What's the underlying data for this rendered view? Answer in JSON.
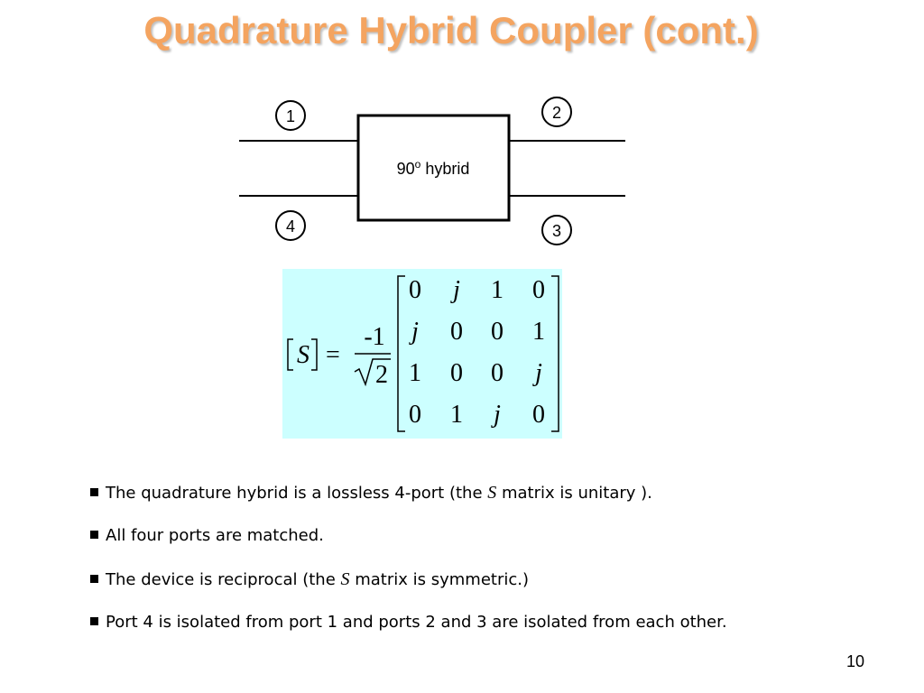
{
  "slide": {
    "title": "Quadrature Hybrid Coupler (cont.)",
    "page_number": "10",
    "colors": {
      "title": "#f4a460",
      "matrix_bg": "#ccffff"
    }
  },
  "diagram": {
    "block_label_main": "90",
    "block_label_sup": "o",
    "block_label_rest": " hybrid",
    "ports": [
      "1",
      "2",
      "3",
      "4"
    ]
  },
  "matrix": {
    "lhs": "S",
    "equals": "=",
    "numerator": "-1",
    "denominator": "2",
    "rows": [
      [
        "0",
        "j",
        "1",
        "0"
      ],
      [
        "j",
        "0",
        "0",
        "1"
      ],
      [
        "1",
        "0",
        "0",
        "j"
      ],
      [
        "0",
        "1",
        "j",
        "0"
      ]
    ]
  },
  "bullets": [
    {
      "pre": "The quadrature hybrid is a lossless 4-port (the ",
      "sym": "S",
      "post": " matrix is unitary )."
    },
    {
      "pre": "All four ports are matched.",
      "sym": "",
      "post": ""
    },
    {
      "pre": "The device is reciprocal (the ",
      "sym": "S",
      "post": " matrix is symmetric.)"
    },
    {
      "pre": "Port 4 is isolated from port 1 and ports 2 and 3 are isolated from each other.",
      "sym": "",
      "post": ""
    }
  ]
}
